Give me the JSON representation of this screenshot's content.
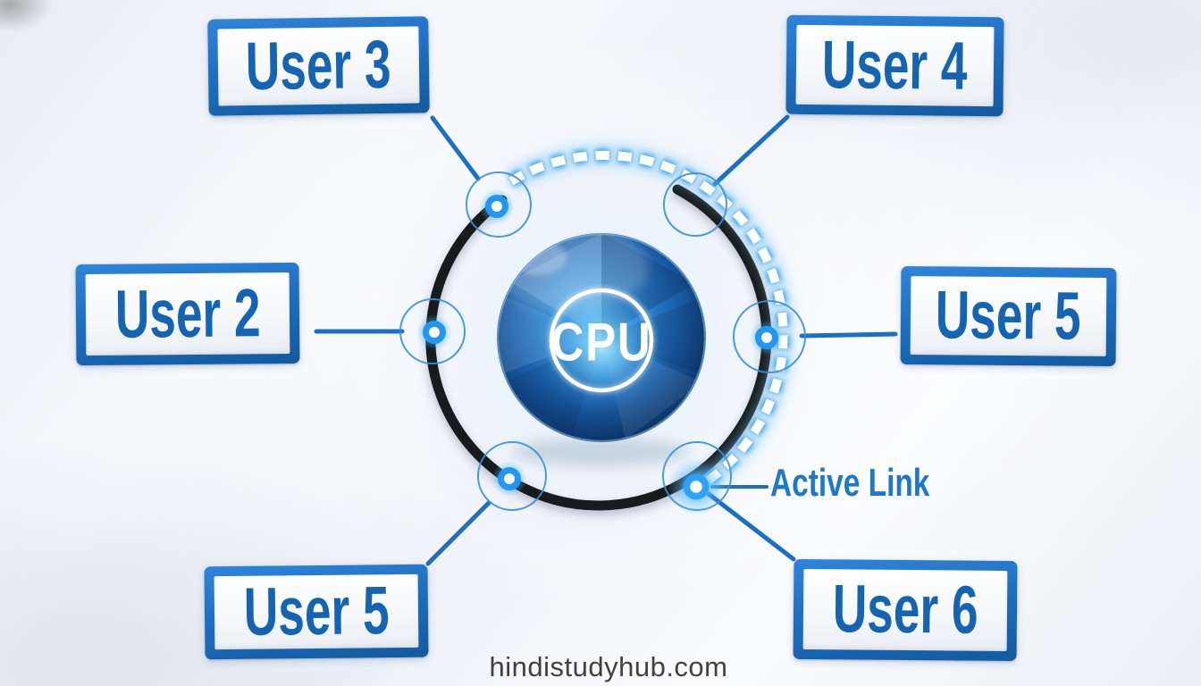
{
  "center": {
    "label": "CPU"
  },
  "users": [
    {
      "label": "User 3",
      "position": "top-left"
    },
    {
      "label": "User 4",
      "position": "top-right"
    },
    {
      "label": "User 2",
      "position": "left"
    },
    {
      "label": "User 5",
      "position": "right"
    },
    {
      "label": "User 5",
      "position": "bottom-left"
    },
    {
      "label": "User 6",
      "position": "bottom-right"
    }
  ],
  "annotations": {
    "active_link": "Active Link"
  },
  "footer": {
    "watermark": "hindistudyhub.com"
  },
  "colors": {
    "box_border_blue": "#1e6fc2",
    "box_text_blue": "#1564b4",
    "connector_blue": "#1c6fc7",
    "active_link_text": "#1d78cd",
    "ring_black": "#181a1f",
    "node_ring_blue": "#2196f3",
    "dash_glow_blue": "#2f9ff0",
    "orb_dark_blue": "#0b2f60",
    "orb_core_cyan": "#7fd7ff",
    "watermark_gray": "#45403a"
  }
}
